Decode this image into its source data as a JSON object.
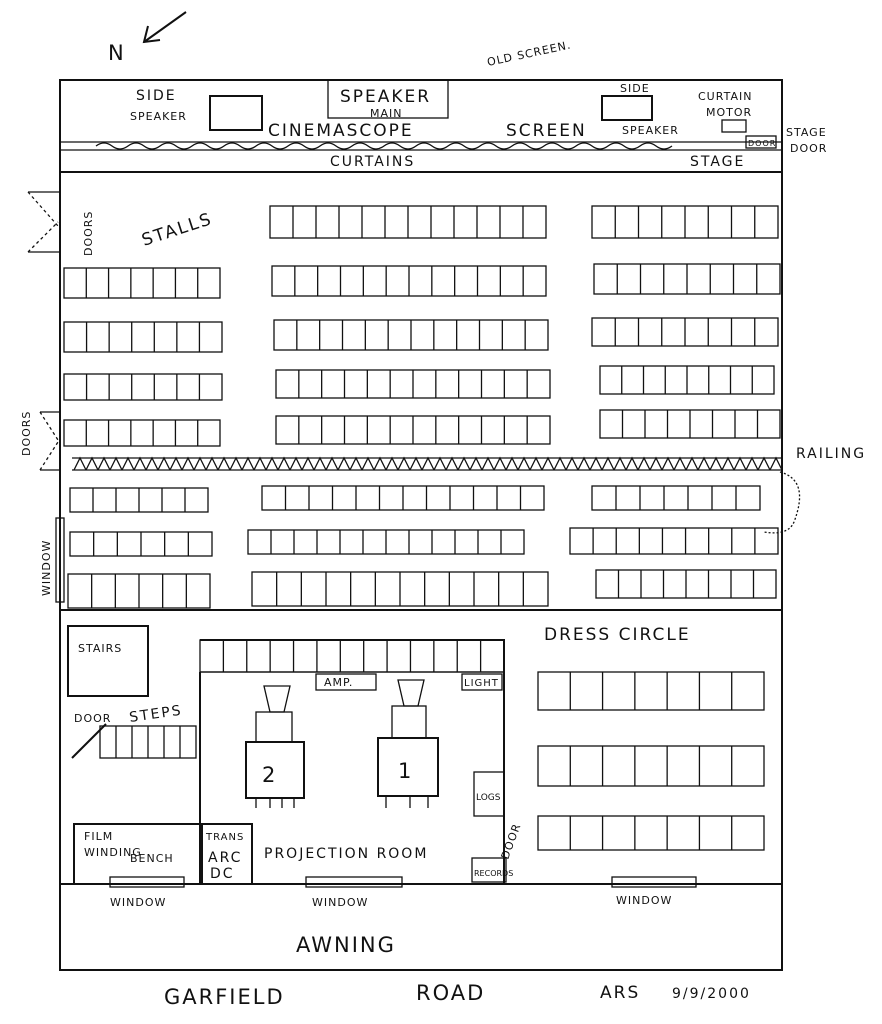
{
  "compass": {
    "label": "N"
  },
  "labels": {
    "old_screen": "OLD SCREEN.",
    "side_speaker_left": [
      "SIDE",
      "SPEAKER"
    ],
    "speaker_main": [
      "SPEAKER",
      "MAIN"
    ],
    "side_speaker_right": [
      "SIDE",
      "SPEAKER"
    ],
    "curtain_motor": [
      "CURTAIN",
      "MOTOR"
    ],
    "stage_door": [
      "STAGE",
      "DOOR"
    ],
    "door_small": "DOOR",
    "cinemascope": "CINEMASCOPE",
    "screen": "SCREEN",
    "curtains": "CURTAINS",
    "stage": "STAGE",
    "stalls": "STALLS",
    "doors_top": "DOORS",
    "doors_mid": "DOORS",
    "window_side": "WINDOW",
    "railing": "RAILING",
    "dress_circle": "DRESS  CIRCLE",
    "stairs": "STAIRS",
    "door": "DOOR",
    "steps": "STEPS",
    "amp": "AMP.",
    "light": "LIGHT",
    "projector_2": "2",
    "projector_1": "1",
    "rewind": "LOGS",
    "film_winding_bench": [
      "FILM",
      "WINDING",
      "BENCH"
    ],
    "trans_arc_dc": [
      "TRANS",
      "ARC",
      "DC"
    ],
    "projection_room": "PROJECTION  ROOM",
    "records": "RECORDS",
    "door_proj": "DOOR",
    "window_1": "WINDOW",
    "window_2": "WINDOW",
    "window_3": "WINDOW",
    "awning": "AWNING",
    "garfield": "GARFIELD",
    "road": "ROAD",
    "signature": "ARS",
    "date": "9/9/2000"
  }
}
